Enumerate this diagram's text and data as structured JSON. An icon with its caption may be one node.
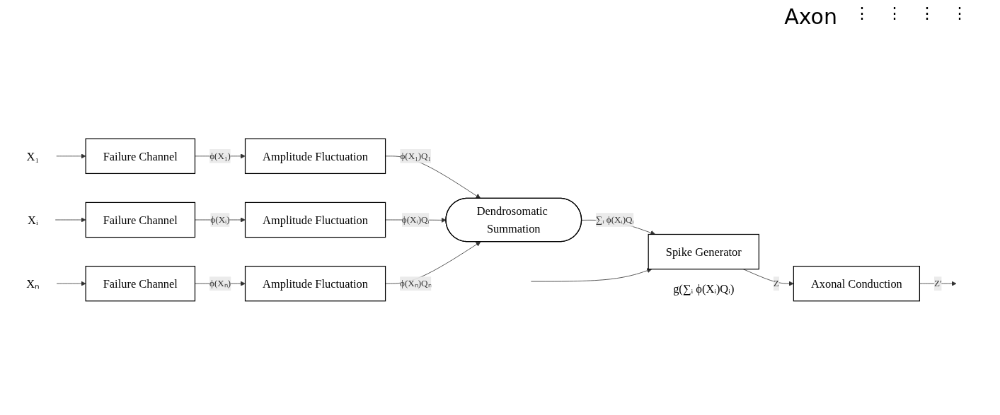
{
  "diagram": {
    "nodes": [
      {
        "text": [
          "X₁"
        ]
      },
      {
        "text": [
          "Failure Channel"
        ]
      },
      {
        "text": [
          "Amplitude Fluctuation"
        ]
      },
      {
        "text": [
          "Xᵢ"
        ]
      },
      {
        "text": [
          "Failure Channel"
        ]
      },
      {
        "text": [
          "Amplitude Fluctuation"
        ]
      },
      {
        "text": [
          "Xₙ"
        ]
      },
      {
        "text": [
          "Failure Channel"
        ]
      },
      {
        "text": [
          "Amplitude Fluctuation"
        ]
      },
      {
        "text": [
          "Dendrosomatic Summation"
        ]
      },
      {
        "text": [
          "Spike Generator"
        ],
        "beside": [
          "g(∑ᵢ ϕ(Xᵢ)Qᵢ)"
        ]
      },
      {
        "text": [
          "Axonal Conduction"
        ]
      }
    ],
    "edges": [
      {
        "from": 0,
        "to": 1,
        "arrow": "to"
      },
      {
        "from": 1,
        "to": 2,
        "arrow": "to",
        "label": "ϕ(X₁)"
      },
      {
        "from": 2,
        "to": 9,
        "arrow": "to",
        "label": "ϕ(X₁)Q₁"
      },
      {
        "from": 3,
        "to": 4,
        "arrow": "to"
      },
      {
        "from": 4,
        "to": 5,
        "arrow": "to",
        "label": "ϕ(Xᵢ)"
      },
      {
        "from": 5,
        "to": 9,
        "arrow": "to",
        "label": "ϕ(Xᵢ)Qᵢ"
      },
      {
        "from": 6,
        "to": 7,
        "arrow": "to"
      },
      {
        "from": 7,
        "to": 8,
        "arrow": "to",
        "label": "ϕ(Xₙ)"
      },
      {
        "from": 8,
        "to": 9,
        "arrow": "to",
        "label": "ϕ(Xₙ)Qₙ"
      },
      {
        "from": 9,
        "to": 10,
        "arrow": "to",
        "label": "∑ᵢ ϕ(Xᵢ)Qᵢ"
      },
      {
        "from": 10,
        "to": 11,
        "arrow": "to",
        "label": "Z"
      },
      {
        "from": 11,
        "to": null,
        "arrow": "to",
        "label": "Z′"
      },
      {
        "from": null,
        "to": 10,
        "arrow": "to"
      }
    ],
    "labels": [
      "Axon",
      "⋮",
      "⋮",
      "⋮",
      "⋮"
    ]
  }
}
